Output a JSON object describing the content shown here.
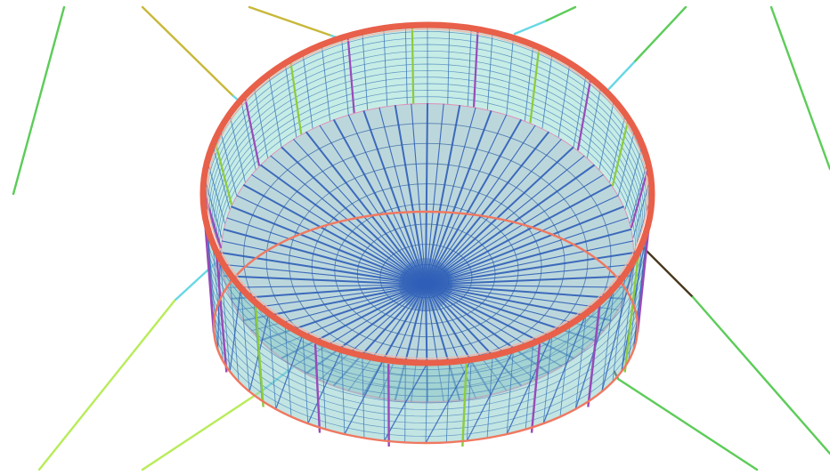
{
  "scene": {
    "subject": "cylindrical-tank-mesh",
    "background_color": "#ffffff",
    "colors": {
      "rim": "#f07860",
      "rim_dark": "#e8604a",
      "wall_fill": "#c6ece6",
      "floor_fill": "#bcd7dc",
      "radial_line": "#2f5fb8",
      "ring_line": "#3a6aa8",
      "wall_grid": "#3c78b8",
      "post_purple": "#9a4ab8",
      "post_green": "#8ccc3c",
      "floor_edge": "#e090b8",
      "cable_green": "#5ccc58",
      "cable_lime": "#b8ec58",
      "cable_cyan": "#68d8e4",
      "cable_yellow": "#c8b838",
      "cable_dark": "#4a3a20"
    },
    "floor_radial_line_count": 80,
    "floor_ring_count": 8,
    "wall_grid_columns": 64,
    "wall_grid_rows": 12,
    "support_post_count": 18
  }
}
